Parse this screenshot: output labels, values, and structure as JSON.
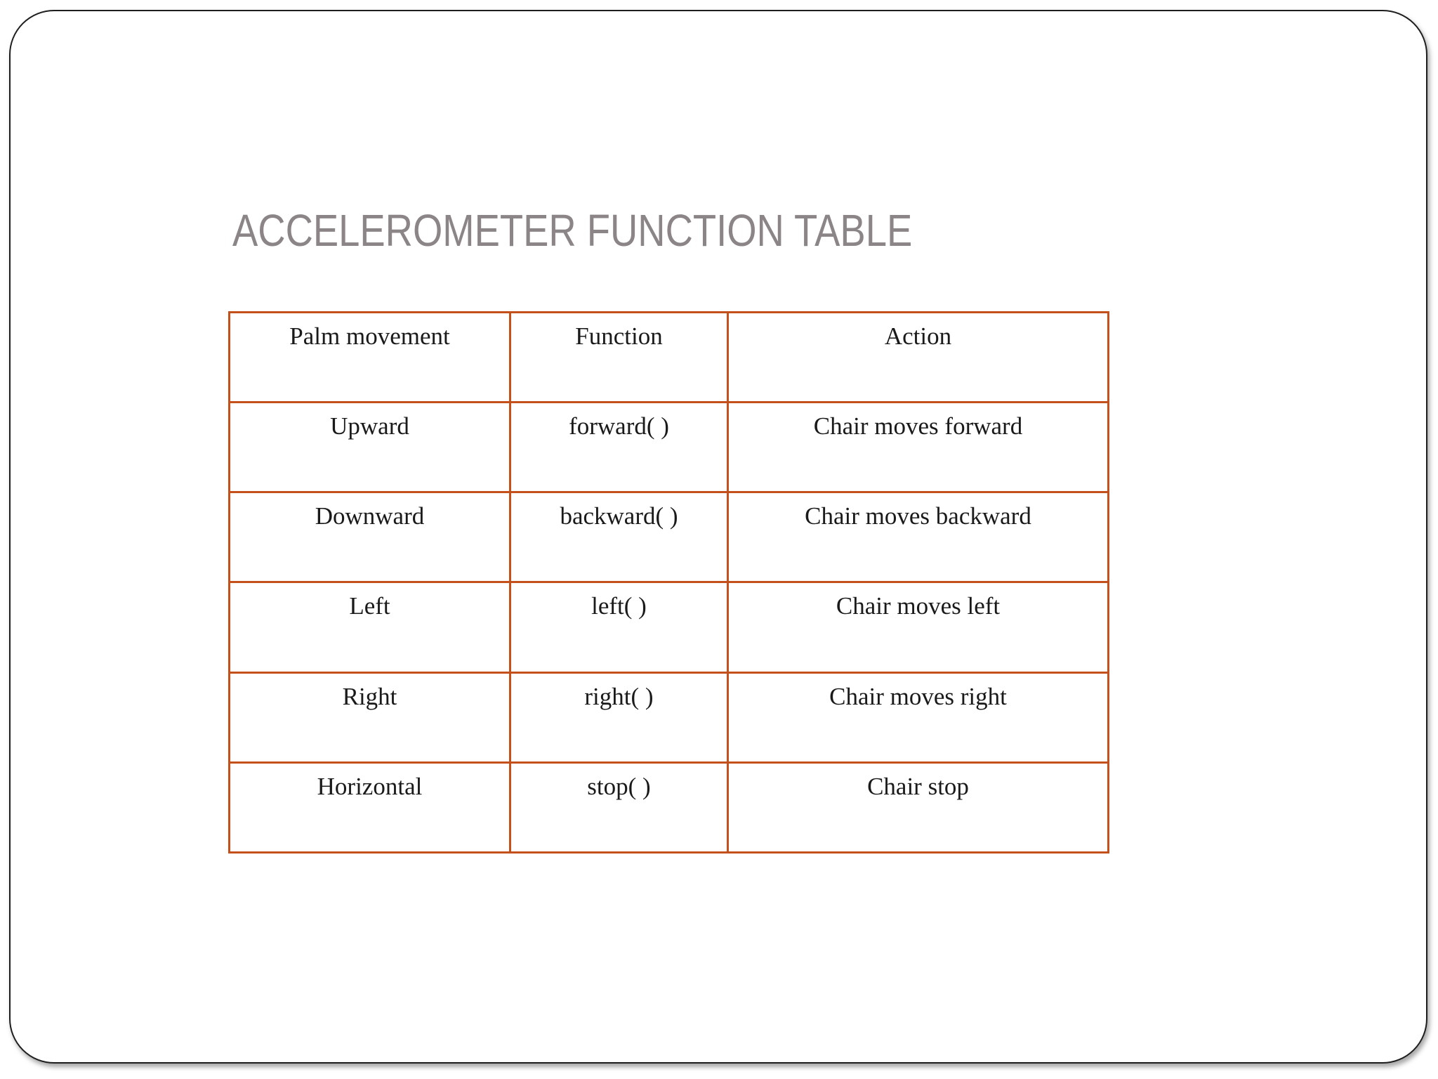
{
  "slide": {
    "title": "ACCELEROMETER FUNCTION TABLE"
  },
  "table": {
    "columns": [
      "Palm movement",
      "Function",
      "Action"
    ],
    "rows": [
      {
        "cells": [
          "Upward",
          "forward( )",
          "Chair moves forward"
        ]
      },
      {
        "cells": [
          "Downward",
          "backward( )",
          "Chair moves backward"
        ]
      },
      {
        "cells": [
          "Left",
          "left( )",
          "Chair moves left"
        ]
      },
      {
        "cells": [
          "Right",
          "right( )",
          "Chair moves right"
        ]
      },
      {
        "cells": [
          "Horizontal",
          "stop( )",
          "Chair stop"
        ]
      }
    ]
  },
  "colors": {
    "table_border": "#c4501c",
    "title_text": "#8b8587",
    "frame_border": "#1e1e1e",
    "cell_text": "#1a1a1a"
  }
}
